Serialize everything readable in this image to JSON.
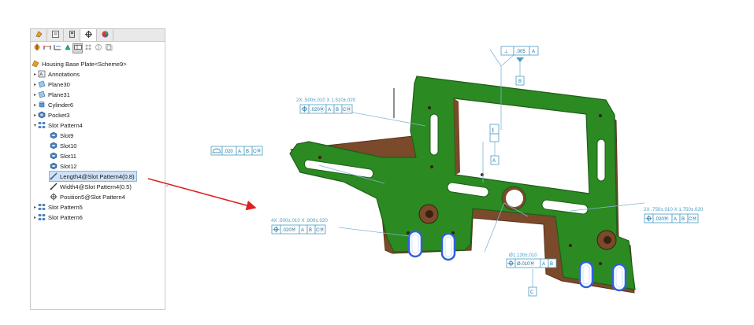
{
  "panel": {
    "tabs": [
      {
        "icon": "feature-manager-icon"
      },
      {
        "icon": "property-manager-icon"
      },
      {
        "icon": "configuration-manager-icon"
      },
      {
        "icon": "dimxpert-manager-icon",
        "active": true
      },
      {
        "icon": "display-manager-icon"
      }
    ],
    "toolbar": [
      {
        "icon": "auto-dimension-scheme-icon"
      },
      {
        "icon": "size-dimension-icon"
      },
      {
        "icon": "location-dimension-icon"
      },
      {
        "icon": "datum-icon"
      },
      {
        "icon": "geometric-tolerance-icon",
        "pressed": true
      },
      {
        "icon": "pattern-feature-icon"
      },
      {
        "icon": "show-tolerance-status-icon"
      },
      {
        "icon": "copy-scheme-icon"
      }
    ]
  },
  "tree": {
    "root": "Housing Base Plate<Scheme9>",
    "items": [
      {
        "label": "Annotations",
        "icon": "annotations-icon",
        "level": 1,
        "twisty": "▸"
      },
      {
        "label": "Plane30",
        "icon": "plane-icon",
        "level": 1,
        "twisty": "▸"
      },
      {
        "label": "Plane31",
        "icon": "plane-icon",
        "level": 1,
        "twisty": "▸"
      },
      {
        "label": "Cylinder6",
        "icon": "cylinder-icon",
        "level": 1,
        "twisty": "▸"
      },
      {
        "label": "Pocket3",
        "icon": "pocket-icon",
        "level": 1,
        "twisty": "▸"
      },
      {
        "label": "Slot Pattern4",
        "icon": "slot-pattern-icon",
        "level": 1,
        "twisty": "▾"
      },
      {
        "label": "Slot9",
        "icon": "slot-icon",
        "level": 2
      },
      {
        "label": "Slot10",
        "icon": "slot-icon",
        "level": 2
      },
      {
        "label": "Slot11",
        "icon": "slot-icon",
        "level": 2
      },
      {
        "label": "Slot12",
        "icon": "slot-icon",
        "level": 2
      },
      {
        "label": "Length4@Slot Pattern4(0.8)",
        "icon": "dimension-icon",
        "level": 2,
        "selected": true
      },
      {
        "label": "Width4@Slot Pattern4(0.5)",
        "icon": "dimension-icon",
        "level": 2
      },
      {
        "label": "Position5@Slot Pattern4",
        "icon": "position-tolerance-icon",
        "level": 2
      },
      {
        "label": "Slot Pattern5",
        "icon": "slot-pattern-icon",
        "level": 1,
        "twisty": "▸"
      },
      {
        "label": "Slot Pattern6",
        "icon": "slot-pattern-icon",
        "level": 1,
        "twisty": "▸"
      }
    ]
  },
  "annotations": {
    "top_fcf": {
      "symbol": "⊥",
      "tol": ".005",
      "datum": "A",
      "datum_flag": "B"
    },
    "slots_top": {
      "dim": "2X .500±.010 X 1.510±.020",
      "tol": ".020Ⓜ",
      "datums": [
        "A",
        "B",
        "CⓂ"
      ]
    },
    "profile": {
      "tol": ".020",
      "datums": [
        "A",
        "B",
        "CⓂ"
      ]
    },
    "parallel": {
      "symbol": "∥",
      "tol": "",
      "datum_flag": "A"
    },
    "slots_left": {
      "dim": "4X .500±.010 X .800±.020",
      "tol": ".020Ⓜ",
      "datums": [
        "A",
        "B",
        "CⓂ"
      ]
    },
    "slots_right": {
      "dim": "2X .750±.010 X 1.750±.020",
      "tol": ".020Ⓜ",
      "datums": [
        "A",
        "B",
        "CⓂ"
      ]
    },
    "bore": {
      "dim": "Ø1.130±.010",
      "tol": "Ø.010Ⓜ",
      "datums": [
        "A",
        "B"
      ],
      "datum_flag": "C"
    }
  },
  "colors": {
    "part_green": "#2b8a22",
    "part_edge": "#1d5e16",
    "part_side": "#7a4a2a",
    "annotation": "#4a9cc4",
    "arrow": "#e02020",
    "highlight": "#3060e0"
  }
}
